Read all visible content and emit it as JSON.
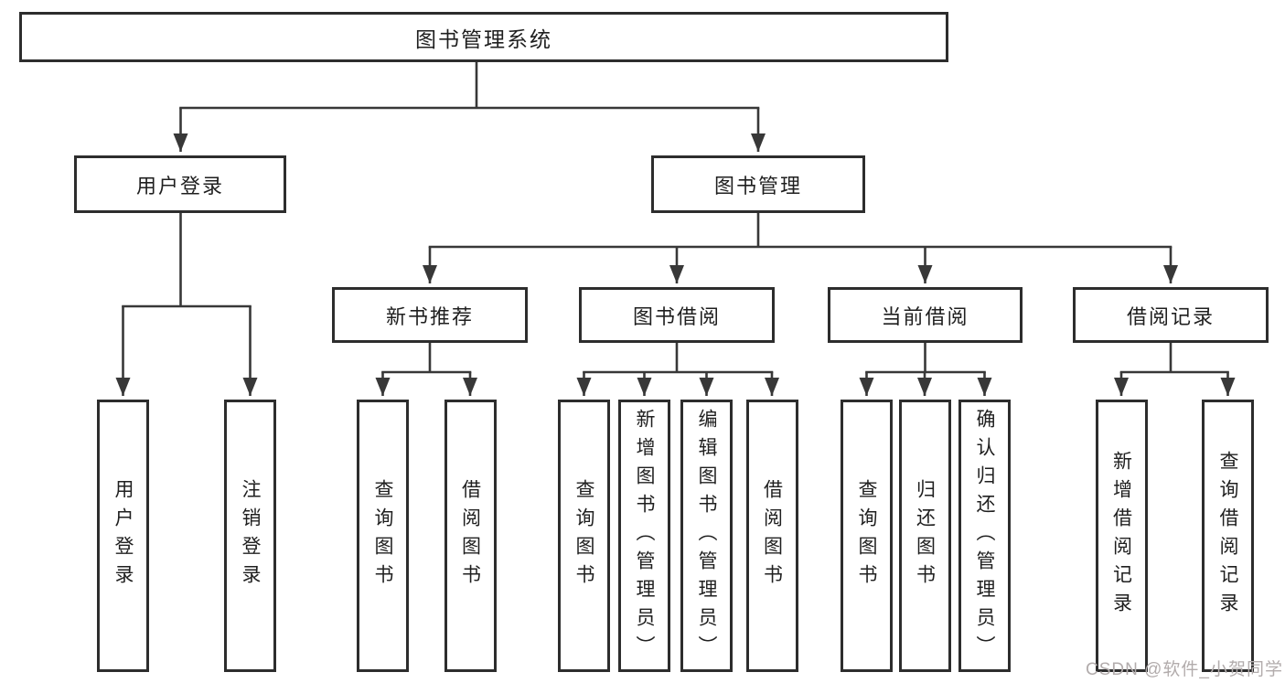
{
  "diagram": {
    "root": {
      "label": "图书管理系统"
    },
    "level1": [
      {
        "label": "用户登录"
      },
      {
        "label": "图书管理"
      }
    ],
    "level2": [
      {
        "label": "新书推荐"
      },
      {
        "label": "图书借阅"
      },
      {
        "label": "当前借阅"
      },
      {
        "label": "借阅记录"
      }
    ],
    "leaves": {
      "login": [
        {
          "label": "用户登录"
        },
        {
          "label": "注销登录"
        }
      ],
      "recommend": [
        {
          "label": "查询图书"
        },
        {
          "label": "借阅图书"
        }
      ],
      "borrow": [
        {
          "label": "查询图书"
        },
        {
          "label": "新增图书（管理员）"
        },
        {
          "label": "编辑图书（管理员）"
        },
        {
          "label": "借阅图书"
        }
      ],
      "current": [
        {
          "label": "查询图书"
        },
        {
          "label": "归还图书"
        },
        {
          "label": "确认归还（管理员）"
        }
      ],
      "record": [
        {
          "label": "新增借阅记录"
        },
        {
          "label": "查询借阅记录"
        }
      ]
    }
  },
  "watermark": {
    "text": "CSDN @软件_小贺同学"
  },
  "colors": {
    "line": "#383838",
    "box_border": "#2d2d2d",
    "text": "#1f1f1f",
    "watermark": "#b2acac",
    "background": "#ffffff"
  }
}
